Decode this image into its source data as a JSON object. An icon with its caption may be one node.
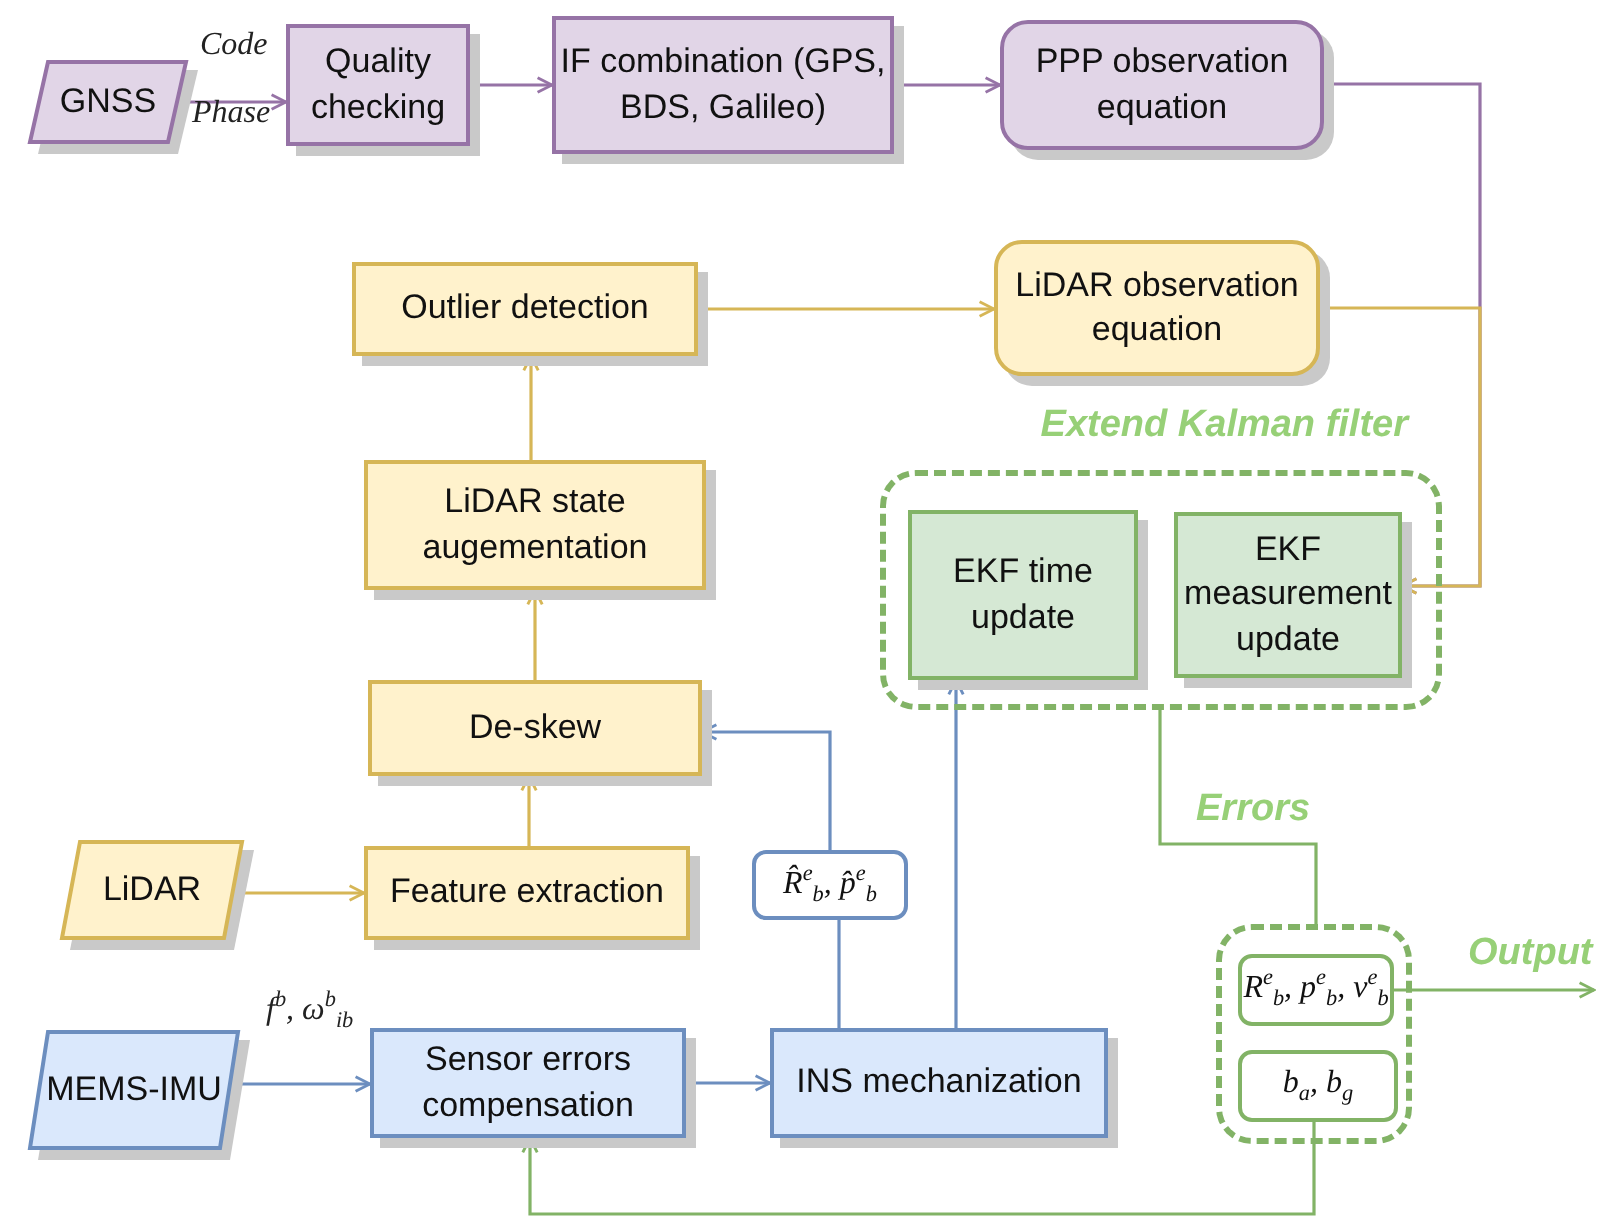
{
  "diagram": {
    "nodes": [
      {
        "text": [
          "GNSS"
        ]
      },
      {
        "text": [
          "Quality checking"
        ]
      },
      {
        "text": [
          "IF combination (GPS, BDS, Galileo)"
        ]
      },
      {
        "text": [
          "PPP observation equation"
        ]
      },
      {
        "text": [
          "Outlier detection"
        ]
      },
      {
        "text": [
          "LiDAR observation equation"
        ]
      },
      {
        "text": [
          "Extend Kalman filter"
        ]
      },
      {
        "text": [
          "EKF time update"
        ],
        "in": 6
      },
      {
        "text": [
          "EKF measurement update"
        ],
        "in": 6
      },
      {
        "text": [
          "LiDAR state augementation"
        ]
      },
      {
        "text": [
          "De-skew"
        ]
      },
      {
        "text": [
          "LiDAR"
        ]
      },
      {
        "text": [
          "Feature extraction"
        ]
      },
      {
        "text": [
          "R̂$^{e}$$_{b}$, p̂$^{e}$$_{b}$"
        ]
      },
      {
        "text": [
          "MEMS-IMU"
        ]
      },
      {
        "text": [
          "Sensor errors compensation"
        ]
      },
      {
        "text": [
          "INS mechanization"
        ]
      },
      {
        "text": [],
        "shape": "box"
      },
      {
        "text": [
          "R$^{e}$$_{b}$, p$^{e}$$_{b}$, v$^{e}$$_{b}$"
        ],
        "in": 17
      },
      {
        "text": [
          "b$_{a}$, b$_{g}$"
        ],
        "in": 17
      }
    ],
    "edges": [
      {
        "from": 0,
        "to": 1,
        "arrow": "to",
        "label": "Code",
        "color": "#9673a6"
      },
      {
        "from": 1,
        "to": 2,
        "arrow": "to",
        "color": "#9673a6"
      },
      {
        "from": 2,
        "to": 3,
        "arrow": "to",
        "color": "#9673a6"
      },
      {
        "from": 3,
        "to": 8,
        "arrow": "to",
        "color": "#9673a6"
      },
      {
        "from": 5,
        "to": 8,
        "arrow": "to",
        "color": "#d6b656"
      },
      {
        "from": 4,
        "to": 5,
        "arrow": "to",
        "color": "#d6b656"
      },
      {
        "from": 9,
        "to": 4,
        "arrow": "to",
        "color": "#d6b656"
      },
      {
        "from": 10,
        "to": 9,
        "arrow": "to",
        "color": "#d6b656"
      },
      {
        "from": 12,
        "to": 10,
        "arrow": "to",
        "color": "#d6b656"
      },
      {
        "from": 11,
        "to": 12,
        "arrow": "to",
        "color": "#d6b656"
      },
      {
        "from": 16,
        "to": 13,
        "arrow": "none",
        "color": "#6c8ebf"
      },
      {
        "from": 13,
        "to": 10,
        "arrow": "to",
        "color": "#6c8ebf"
      },
      {
        "from": 16,
        "to": 7,
        "arrow": "to",
        "color": "#6c8ebf"
      },
      {
        "from": 15,
        "to": 16,
        "arrow": "to",
        "color": "#6c8ebf"
      },
      {
        "from": 14,
        "to": 15,
        "arrow": "to",
        "label": "f$^{b}$, ω$^{b}$$_{ib}$",
        "color": "#6c8ebf"
      },
      {
        "from": 6,
        "to": 17,
        "arrow": "none",
        "label": "Errors",
        "color": "#82b366"
      },
      {
        "from": 18,
        "to": null,
        "arrow": "to",
        "label": "Output",
        "color": "#82b366"
      },
      {
        "from": 19,
        "to": 15,
        "arrow": "to",
        "color": "#82b366"
      }
    ],
    "labels": [
      "Phase"
    ]
  }
}
